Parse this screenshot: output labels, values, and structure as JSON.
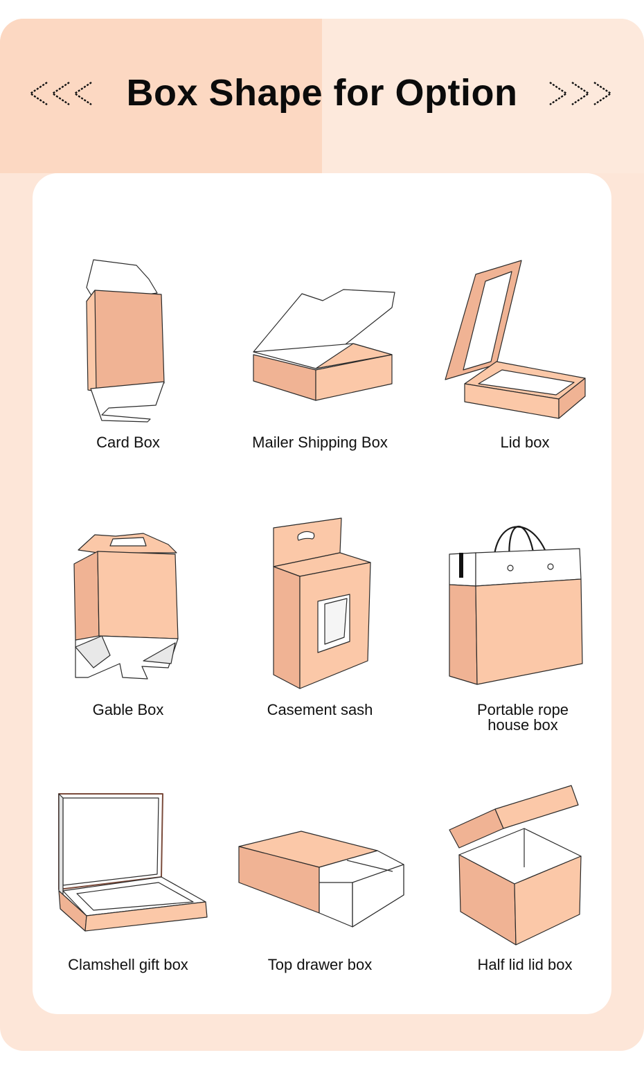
{
  "header": {
    "title": "Box Shape for Option"
  },
  "colors": {
    "box_dark": "#f0b394",
    "box_light": "#fbc8a8",
    "stroke": "#2a2a2a",
    "panel": "#fde6d8"
  },
  "boxes": [
    {
      "label": "Card Box"
    },
    {
      "label": "Mailer Shipping Box"
    },
    {
      "label": "Lid box"
    },
    {
      "label": "Gable Box"
    },
    {
      "label": "Casement sash"
    },
    {
      "label_line1": "Portable rope",
      "label_line2": "house box"
    },
    {
      "label": "Clamshell gift box"
    },
    {
      "label": "Top drawer box"
    },
    {
      "label": "Half lid lid box"
    }
  ]
}
